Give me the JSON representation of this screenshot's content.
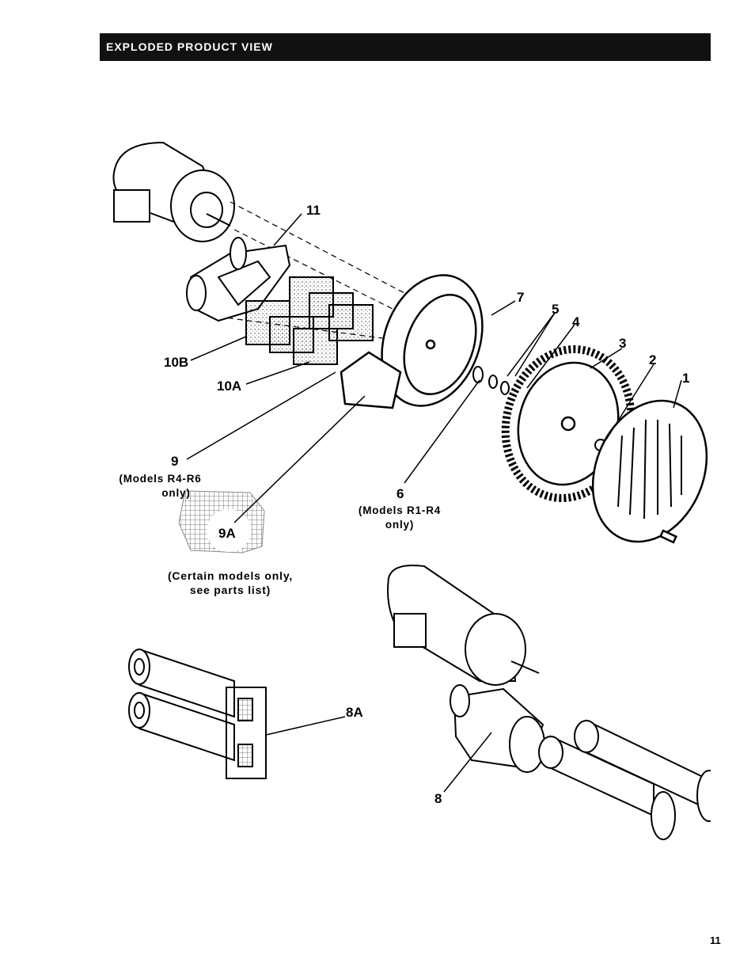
{
  "header": {
    "title": "EXPLODED PRODUCT VIEW"
  },
  "callouts": {
    "c11": "11",
    "c7": "7",
    "c5": "5",
    "c4": "4",
    "c3": "3",
    "c2": "2",
    "c1": "1",
    "c10b": "10B",
    "c10a": "10A",
    "c9": "9",
    "c6": "6",
    "c9a": "9A",
    "c8a": "8A",
    "c8": "8"
  },
  "notes": {
    "models_r4_r6": [
      "(Models R4-R6",
      "only)"
    ],
    "models_r1_r4": [
      "(Models R1-R4",
      "only)"
    ],
    "certain_models": [
      "(Certain models only,",
      "see parts list)"
    ]
  },
  "footer": {
    "page_number": "11"
  }
}
